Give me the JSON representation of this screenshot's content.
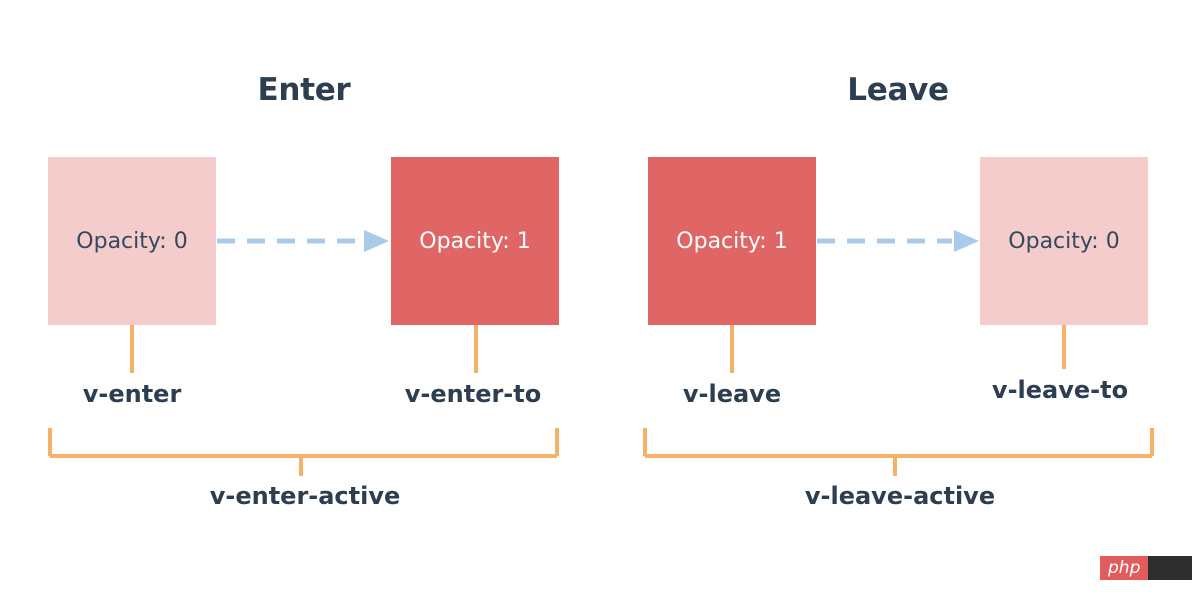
{
  "enter": {
    "heading": "Enter",
    "start_box": "Opacity: 0",
    "end_box": "Opacity: 1",
    "start_class": "v-enter",
    "end_class": "v-enter-to",
    "active_class": "v-enter-active"
  },
  "leave": {
    "heading": "Leave",
    "start_box": "Opacity: 1",
    "end_box": "Opacity: 0",
    "start_class": "v-leave",
    "end_class": "v-leave-to",
    "active_class": "v-leave-active"
  },
  "colors": {
    "light_box": "#f5cccc",
    "dark_box": "#e06666",
    "arrow": "#a9cbe9",
    "bracket": "#f5b167",
    "text": "#2c3e50"
  },
  "watermark": {
    "text": "php"
  }
}
